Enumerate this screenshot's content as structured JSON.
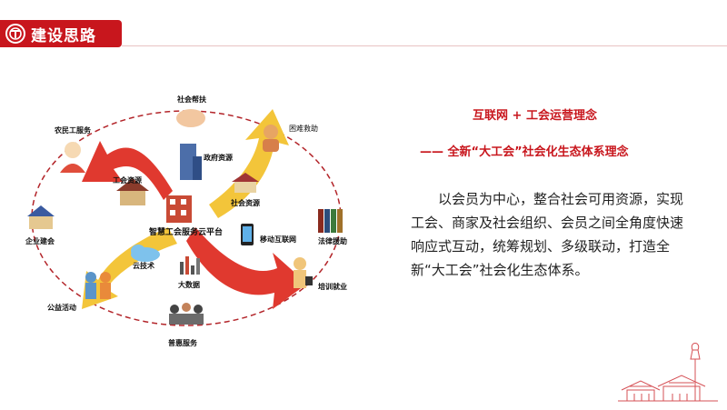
{
  "header": {
    "title": "建设思路",
    "logo_icon": "union-logo-icon"
  },
  "diagram": {
    "center_label": "智慧工会服务云平台",
    "nodes": [
      "社会帮扶",
      "困难救助",
      "农民工服务",
      "政府资源",
      "工会资源",
      "社会资源",
      "企业建会",
      "移动互联网",
      "法律援助",
      "云技术",
      "大数据",
      "公益活动",
      "培训就业",
      "普惠服务"
    ]
  },
  "right": {
    "title": "互联网 + 工会运营理念",
    "subtitle": "—— 全新“大工会”社会化生态体系理念",
    "body": "以会员为中心，整合社会可用资源，实现工会、商家及社会组织、会员之间全角度快速响应式互动，统筹规划、多级联动，打造全新“大工会”社会化生态体系。"
  },
  "colors": {
    "accent": "#c8161d",
    "arrow_red": "#e0392f",
    "arrow_yellow": "#f3c53a"
  }
}
